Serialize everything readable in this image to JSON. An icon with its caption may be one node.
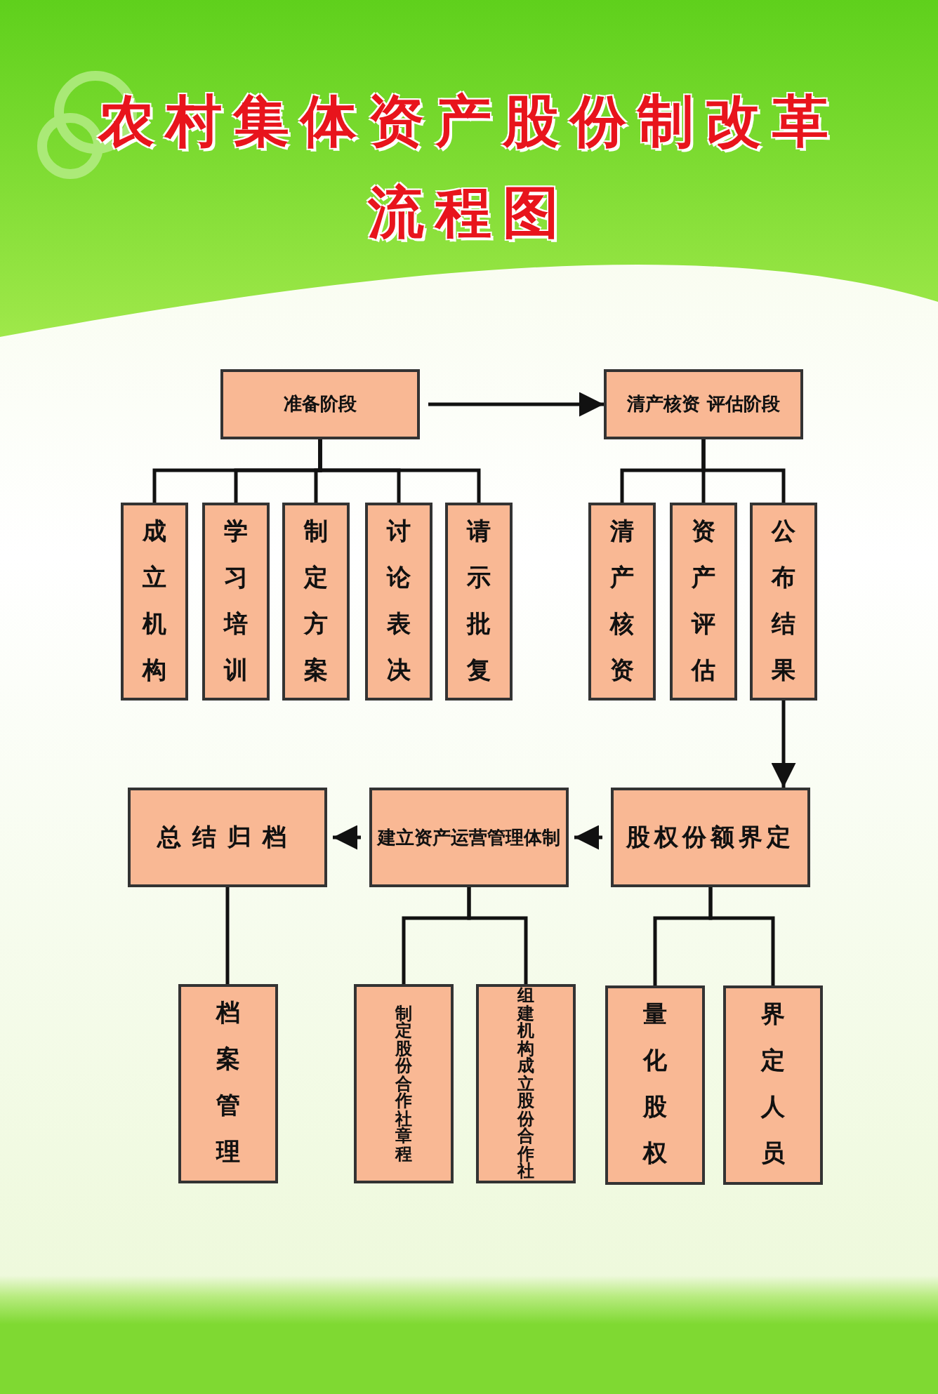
{
  "diagram": {
    "title": "农村集体资产股份制改革流程图",
    "nodes": [
      {
        "text": [
          "准备阶段"
        ]
      },
      {
        "text": [
          "清产核资 评估阶段"
        ]
      },
      {
        "text": [
          "成立机构"
        ]
      },
      {
        "text": [
          "学习培训"
        ]
      },
      {
        "text": [
          "制定方案"
        ]
      },
      {
        "text": [
          "讨论表决"
        ]
      },
      {
        "text": [
          "请示批复"
        ]
      },
      {
        "text": [
          "清产核资"
        ]
      },
      {
        "text": [
          "资产评估"
        ]
      },
      {
        "text": [
          "公布结果"
        ]
      },
      {
        "text": [
          "股权份额界定"
        ]
      },
      {
        "text": [
          "建立资产运营管理体制"
        ]
      },
      {
        "text": [
          "总结归档"
        ]
      },
      {
        "text": [
          "档案管理"
        ]
      },
      {
        "text": [
          "制定股份合作社章程"
        ]
      },
      {
        "text": [
          "组建机构成立股份合作社"
        ]
      },
      {
        "text": [
          "量化股权"
        ]
      },
      {
        "text": [
          "界定人员"
        ]
      }
    ],
    "edges": [
      {
        "from": 0,
        "to": 1,
        "arrow": "to"
      },
      {
        "from": 0,
        "to": 2,
        "arrow": "none"
      },
      {
        "from": 0,
        "to": 3,
        "arrow": "none"
      },
      {
        "from": 0,
        "to": 4,
        "arrow": "none"
      },
      {
        "from": 0,
        "to": 5,
        "arrow": "none"
      },
      {
        "from": 0,
        "to": 6,
        "arrow": "none"
      },
      {
        "from": 1,
        "to": 7,
        "arrow": "none"
      },
      {
        "from": 1,
        "to": 8,
        "arrow": "none"
      },
      {
        "from": 1,
        "to": 9,
        "arrow": "none"
      },
      {
        "from": 9,
        "to": 10,
        "arrow": "to"
      },
      {
        "from": 10,
        "to": 11,
        "arrow": "to"
      },
      {
        "from": 11,
        "to": 12,
        "arrow": "to"
      },
      {
        "from": 12,
        "to": 13,
        "arrow": "none"
      },
      {
        "from": 11,
        "to": 14,
        "arrow": "none"
      },
      {
        "from": 11,
        "to": 15,
        "arrow": "none"
      },
      {
        "from": 10,
        "to": 16,
        "arrow": "none"
      },
      {
        "from": 10,
        "to": 17,
        "arrow": "none"
      }
    ]
  }
}
